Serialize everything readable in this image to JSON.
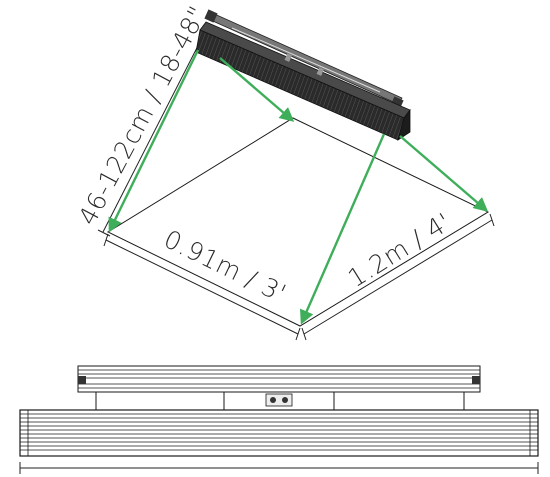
{
  "diagram": {
    "labels": {
      "distance": "46-122cm / 18-48\"",
      "depth": "0.91m / 3'",
      "width": "1.2m / 4'"
    },
    "colors": {
      "beam": "#3fae5a",
      "line": "#1a1a1a",
      "fixture_body": "#3a3a3a",
      "fixture_dark": "#151515"
    }
  }
}
